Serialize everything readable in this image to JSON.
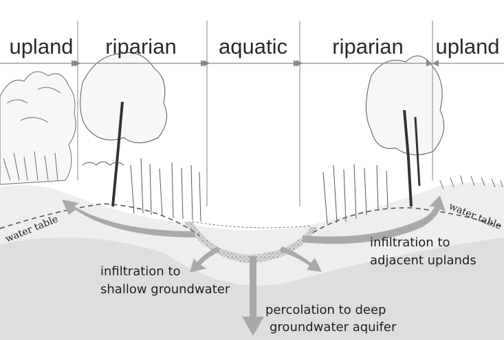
{
  "zones": {
    "upland_left": "upland",
    "riparian_left": "riparian",
    "aquatic": "aquatic",
    "riparian_right": "riparian",
    "upland_right": "upland"
  },
  "water_table": {
    "left": "water table",
    "right": "water table"
  },
  "flows": {
    "shallow_line1": "infiltration to",
    "shallow_line2": "shallow groundwater",
    "adjacent_line1": "infiltration to",
    "adjacent_line2": "adjacent uplands",
    "deep_line1": "percolation to deep",
    "deep_line2": "groundwater aquifer"
  },
  "colors": {
    "ink": "#2a2a2a",
    "soil_light": "#ececec",
    "soil_dark": "#dcdcdc",
    "flow_arrow": "#a9a9a9",
    "divider": "#9a9a9a"
  }
}
